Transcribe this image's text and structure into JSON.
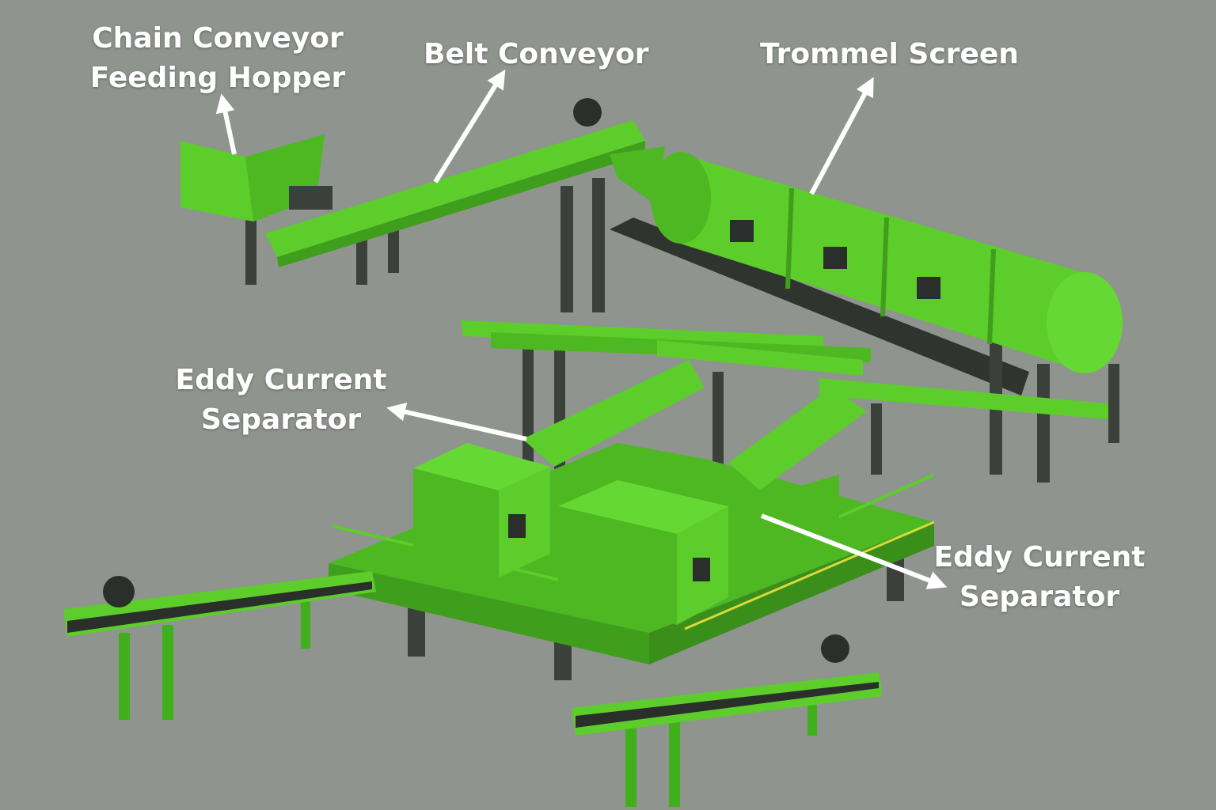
{
  "labels": {
    "hopper": [
      "Chain Conveyor",
      "Feeding Hopper"
    ],
    "belt": "Belt Conveyor",
    "trommel": "Trommel Screen",
    "ecs_left": [
      "Eddy Current",
      "Separator"
    ],
    "ecs_right": [
      "Eddy Current",
      "Separator"
    ]
  },
  "colors": {
    "background": "#8f948f",
    "machine_green": "#5ccd2a",
    "machine_green_dark": "#3f9e1c",
    "frame": "#3b403b",
    "belt": "#2b2f2b",
    "arrow": "#ffffff"
  }
}
